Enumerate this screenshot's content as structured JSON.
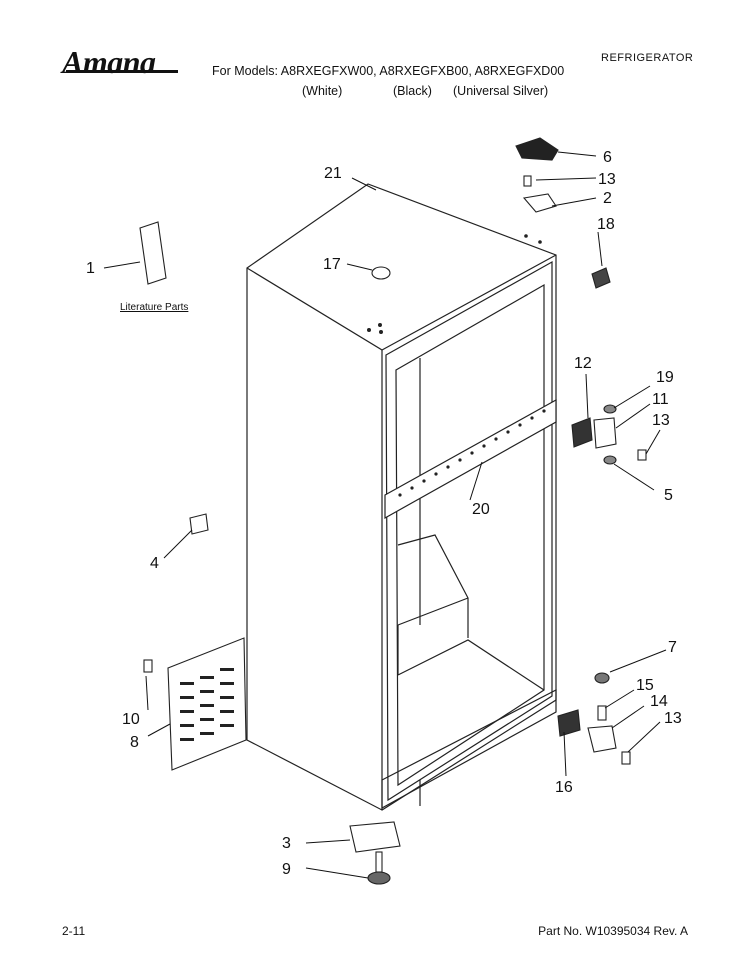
{
  "header": {
    "brand": "Amana",
    "category": "REFRIGERATOR",
    "models_line": "For Models: A8RXEGFXW00, A8RXEGFXB00, A8RXEGFXD00",
    "variants": [
      "(White)",
      "(Black)",
      "(Universal Silver)"
    ]
  },
  "diagram": {
    "literature_label": "Literature Parts",
    "callouts": [
      "1",
      "2",
      "3",
      "4",
      "5",
      "6",
      "7",
      "8",
      "9",
      "10",
      "11",
      "12",
      "13",
      "13",
      "13",
      "14",
      "15",
      "16",
      "17",
      "18",
      "19",
      "20",
      "21"
    ]
  },
  "footer": {
    "page": "2-11",
    "part_number": "Part No. W10395034 Rev. A"
  }
}
